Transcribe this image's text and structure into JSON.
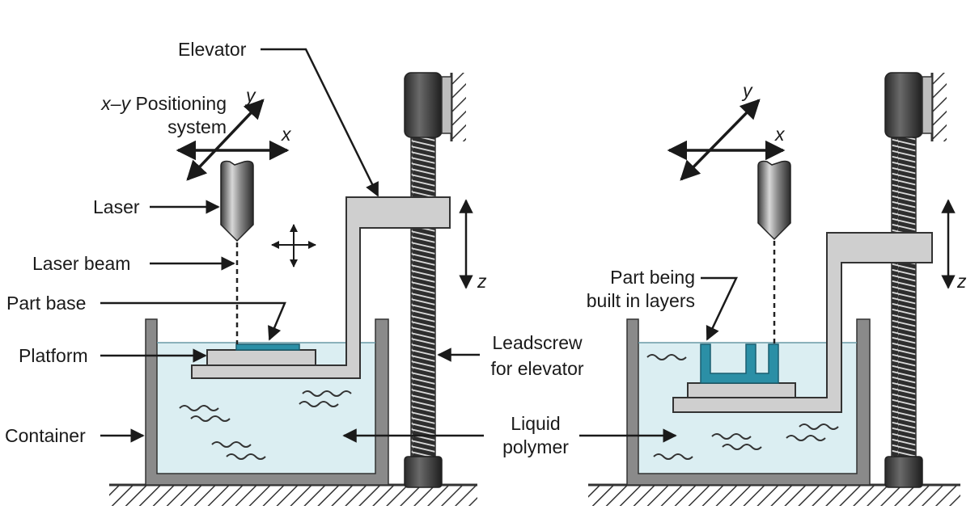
{
  "labels": {
    "elevator": "Elevator",
    "xy_positioning_1": "x–y Positioning",
    "xy_positioning_2": "system",
    "laser": "Laser",
    "laser_beam": "Laser beam",
    "part_base": "Part base",
    "platform": "Platform",
    "container": "Container",
    "leadscrew_1": "Leadscrew",
    "leadscrew_2": "for elevator",
    "liquid_1": "Liquid",
    "liquid_2": "polymer",
    "part_being_1": "Part being",
    "part_being_2": "built in layers"
  },
  "axes": {
    "x": "x",
    "y": "y",
    "z": "z"
  },
  "colors": {
    "liquid": "#dbeef2",
    "part": "#2b8fa6",
    "part_dark": "#1b5f70",
    "metal_light": "#cfcfcf",
    "metal_dark": "#3a3a3a",
    "container": "#8a8a8a",
    "ink": "#1a1a1a"
  }
}
